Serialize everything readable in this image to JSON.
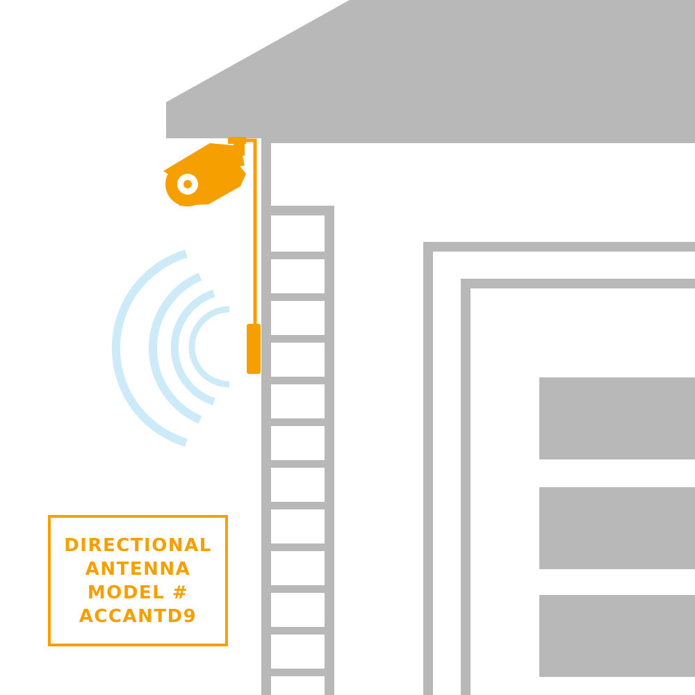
{
  "colors": {
    "structure": "#b8b8b8",
    "accent": "#f5a000",
    "signal": "#cdeaf8",
    "background": "#ffffff",
    "camera_lens": "#ffffff",
    "camera_pupil": "#f5a000"
  },
  "icons": {
    "camera": "security-camera-icon",
    "antenna": "directional-antenna-icon",
    "signal": "wireless-signal-icon"
  },
  "label": {
    "lines": [
      "DIRECTIONAL",
      "ANTENNA",
      "MODEL #",
      "ACCANTD9"
    ]
  }
}
